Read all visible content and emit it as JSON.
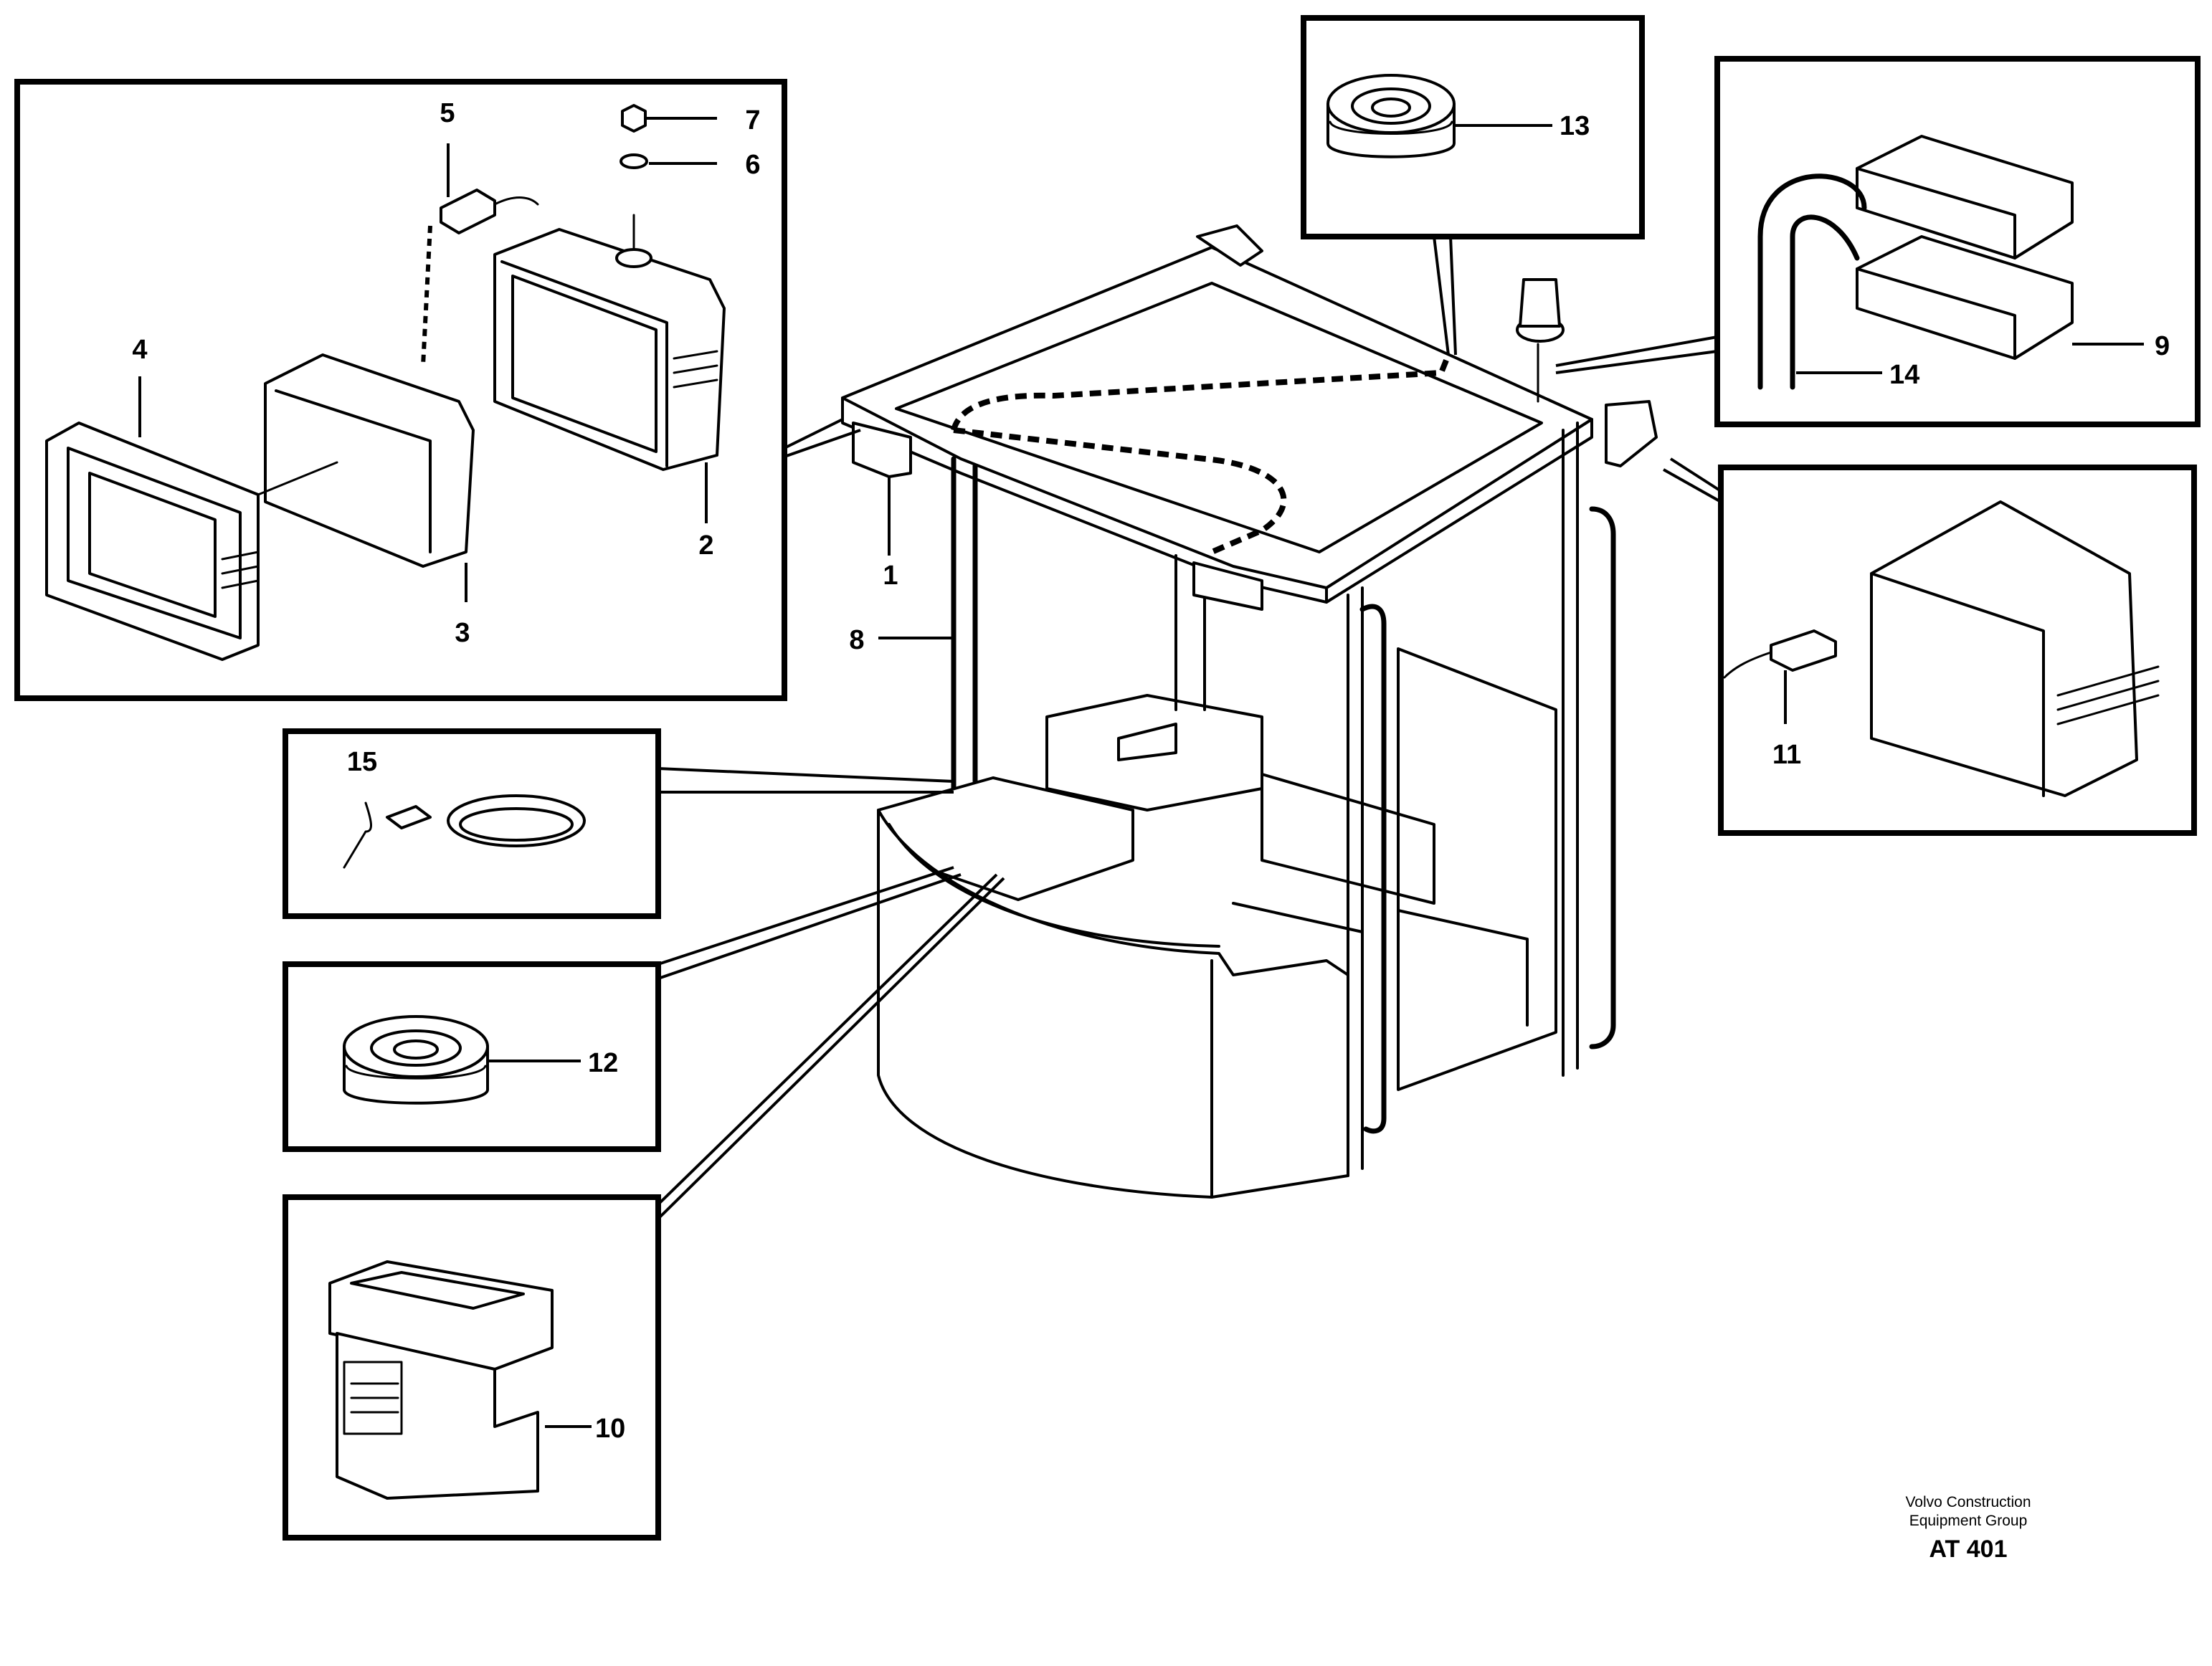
{
  "callouts": {
    "p1": "1",
    "p2": "2",
    "p3": "3",
    "p4": "4",
    "p5": "5",
    "p6": "6",
    "p7": "7",
    "p8": "8",
    "p9": "9",
    "p10": "10",
    "p11": "11",
    "p12": "12",
    "p13": "13",
    "p14": "14",
    "p15": "15"
  },
  "footer": {
    "company_line1": "Volvo Construction",
    "company_line2": "Equipment Group",
    "code": "AT 401"
  }
}
